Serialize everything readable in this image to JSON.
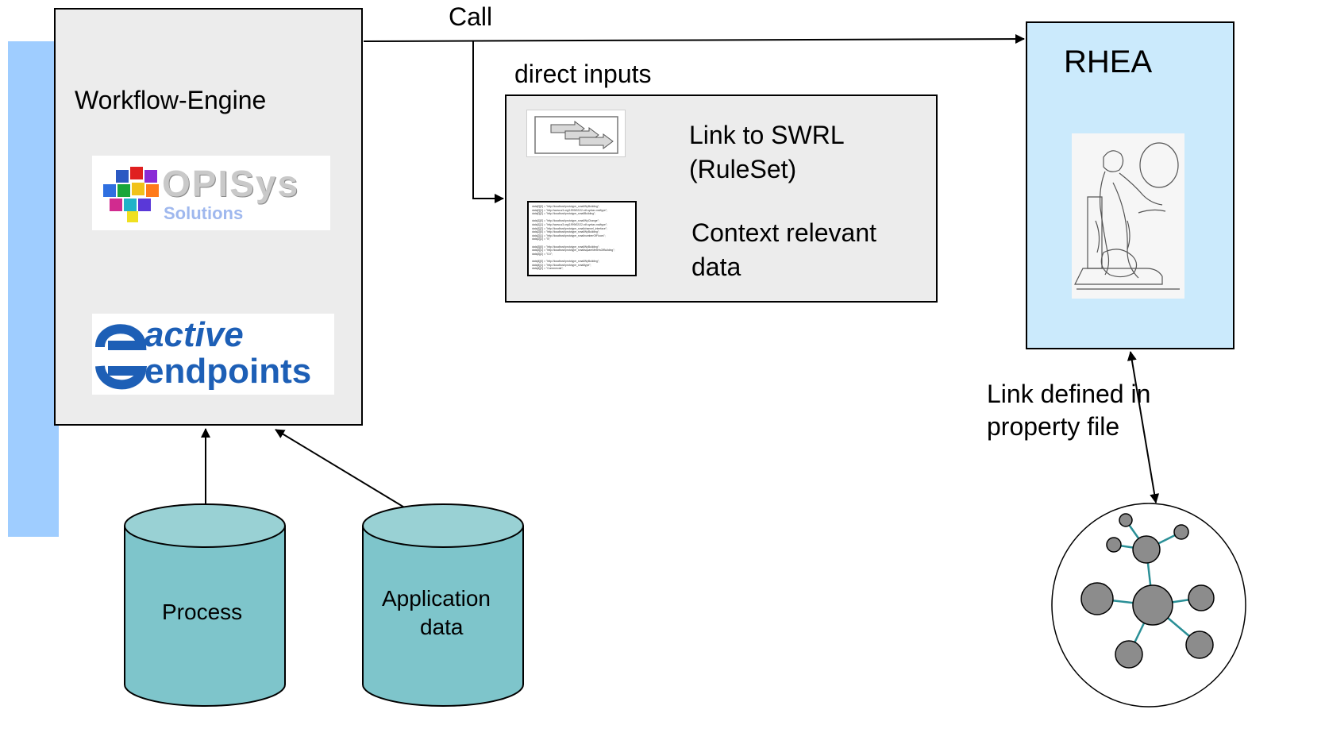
{
  "workflow_engine": {
    "title": "Workflow-Engine",
    "logos": [
      "OPISys",
      "Solutions",
      "active",
      "endpoints"
    ]
  },
  "call_label": "Call",
  "direct_inputs": {
    "title": "direct inputs",
    "swrl_link": [
      "Link to SWRL",
      "(RuleSet)"
    ],
    "context_data": [
      "Context relevant",
      "data"
    ]
  },
  "rhea": {
    "title": "RHEA"
  },
  "link_note": [
    "Link defined in",
    "property file"
  ],
  "databases": {
    "process": "Process",
    "application": [
      "Application",
      "data"
    ]
  },
  "colors": {
    "side_bar": "#9fcdff",
    "box_fill": "#ececec",
    "rhea_fill": "#cbeafc",
    "cylinder_fill": "#7ec5cb",
    "cylinder_top": "#99d1d4",
    "graph_edge": "#2a8f96",
    "graph_node": "#8c8c8c"
  },
  "icons": [
    "opisys-logo",
    "active-endpoints-logo",
    "workflow-arrows-icon",
    "data-listing-thumbnail",
    "rhea-statue-image",
    "ontology-graph-icon"
  ]
}
